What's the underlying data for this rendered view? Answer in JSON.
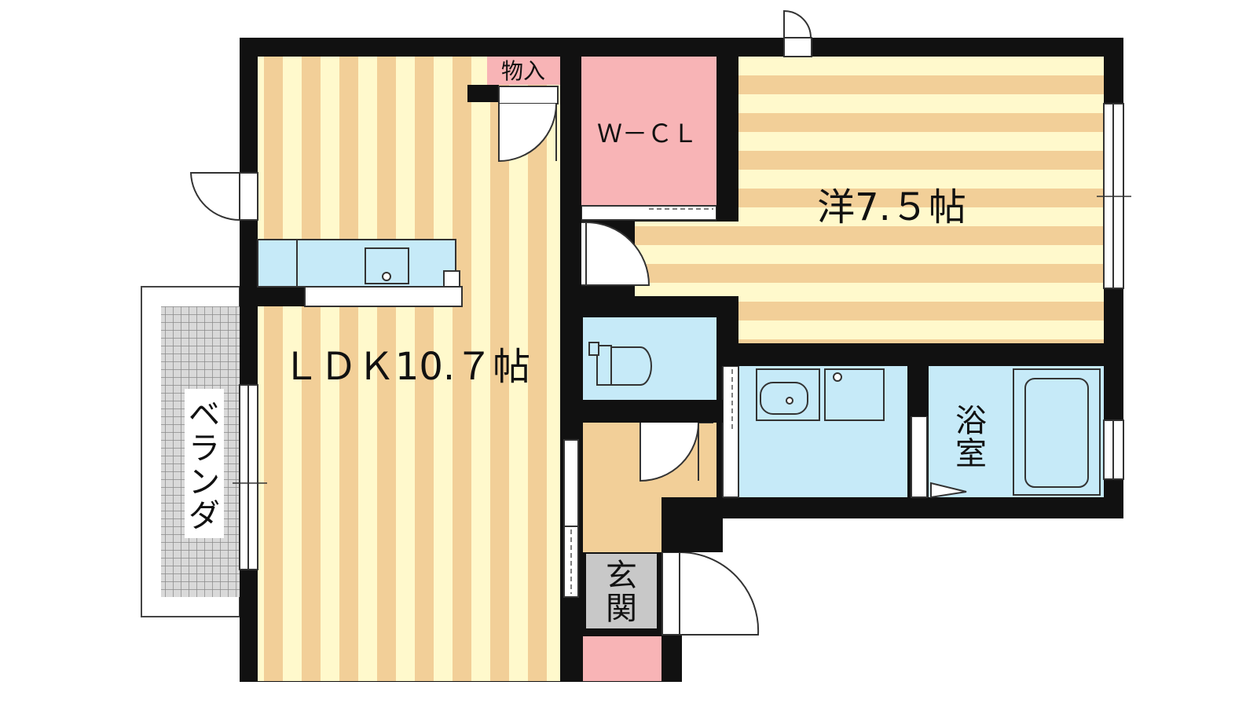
{
  "floorplan": {
    "rooms": {
      "ldk": {
        "label": "ＬＤＫ10.７帖"
      },
      "western": {
        "label": "洋7.５帖"
      },
      "wcl": {
        "label": "Ｗ－ＣＬ"
      },
      "storage": {
        "label": "物入"
      },
      "bath": {
        "label_line1": "浴",
        "label_line2": "室"
      },
      "entrance": {
        "label_line1": "玄",
        "label_line2": "関"
      },
      "veranda": {
        "label_chars": [
          "ベ",
          "ラ",
          "ン",
          "ダ"
        ]
      }
    },
    "colors": {
      "wall": "#111111",
      "floor_stripe_tan": "#f2cf98",
      "floor_stripe_cream": "#fff9cc",
      "closet_pink": "#f8b4b6",
      "wet_area_blue": "#c6eaf8",
      "entrance_tan": "#f2cf98",
      "entrance_label_gray": "#c8c8c8",
      "veranda_tile": "#a8a8a8"
    }
  }
}
